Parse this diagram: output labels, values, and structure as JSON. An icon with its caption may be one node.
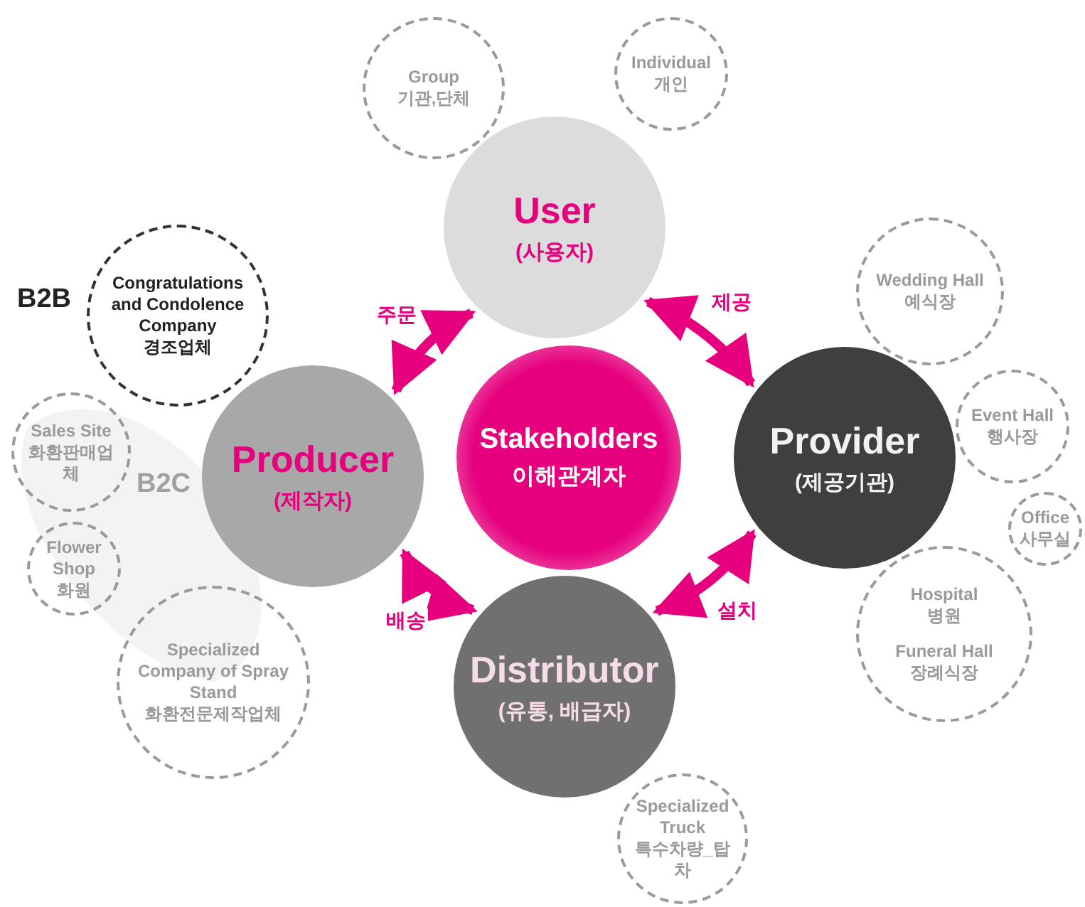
{
  "diagram": {
    "nodes": [
      {
        "text": [
          "User",
          "(사용자)"
        ]
      },
      {
        "text": [
          "Producer",
          "(제작자)"
        ]
      },
      {
        "text": [
          "Stakeholders",
          "이해관계자"
        ]
      },
      {
        "text": [
          "Provider",
          "(제공기관)"
        ]
      },
      {
        "text": [
          "Distributor",
          "(유통, 배급자)"
        ]
      },
      {
        "text": [
          "Group",
          "기관,단체"
        ]
      },
      {
        "text": [
          "Individual",
          "개인"
        ]
      },
      {
        "text": [
          "Congratulations and Condolence Company",
          "경조업체"
        ]
      },
      {
        "text": [
          "Sales Site",
          "화환판매업체"
        ]
      },
      {
        "text": [
          "Flower Shop",
          "화원"
        ]
      },
      {
        "text": [
          "Specialized Company of Spray Stand",
          "화환전문제작업체"
        ]
      },
      {
        "text": [
          "Wedding Hall",
          "예식장"
        ]
      },
      {
        "text": [
          "Event Hall",
          "행사장"
        ]
      },
      {
        "text": [
          "Office",
          "사무실"
        ]
      },
      {
        "text": [
          "Hospital",
          "병원",
          "Funeral Hall",
          "장례식장"
        ]
      },
      {
        "text": [
          "Specialized Truck",
          "특수차량_탑차"
        ]
      }
    ],
    "edges": [
      {
        "from": 1,
        "to": 0,
        "arrow": "both",
        "label": "주문"
      },
      {
        "from": 0,
        "to": 3,
        "arrow": "both",
        "label": "제공"
      },
      {
        "from": 1,
        "to": 4,
        "arrow": "both",
        "label": "배송"
      },
      {
        "from": 4,
        "to": 3,
        "arrow": "both",
        "label": "설치"
      }
    ],
    "labels": [
      "B2B",
      "B2C"
    ]
  }
}
